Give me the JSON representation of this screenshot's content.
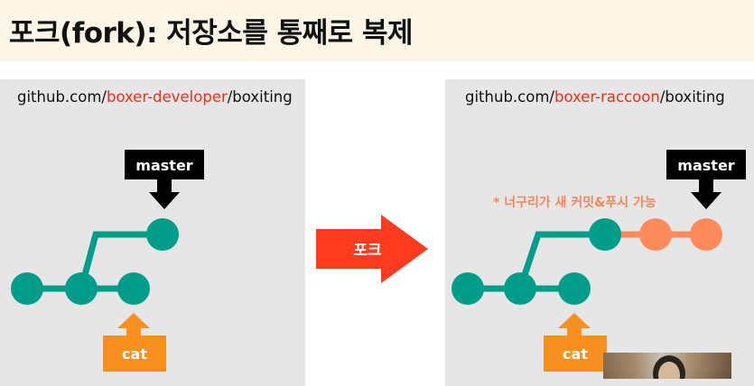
{
  "title": "포크(fork): 저장소를 통째로 복제",
  "left_panel": {
    "url_prefix": "github.com/",
    "url_user": "boxer-developer",
    "url_suffix": "/boxiting",
    "master_label": "master",
    "cat_label": "cat"
  },
  "right_panel": {
    "url_prefix": "github.com/",
    "url_user": "boxer-raccoon",
    "url_suffix": "/boxiting",
    "master_label": "master",
    "cat_label": "cat",
    "note": "* 너구리가 새 커밋&푸시 가능"
  },
  "fork_label": "포크",
  "colors": {
    "title_bg": "#fdf6e7",
    "panel_bg": "#e6e6e6",
    "commit": "#009e8a",
    "new_commit": "#ff8a5c",
    "master_label_bg": "#000000",
    "cat_label_bg": "#f7901e",
    "fork_arrow": "#ff3b1f",
    "url_highlight": "#e8301c",
    "note": "#f7855a"
  }
}
